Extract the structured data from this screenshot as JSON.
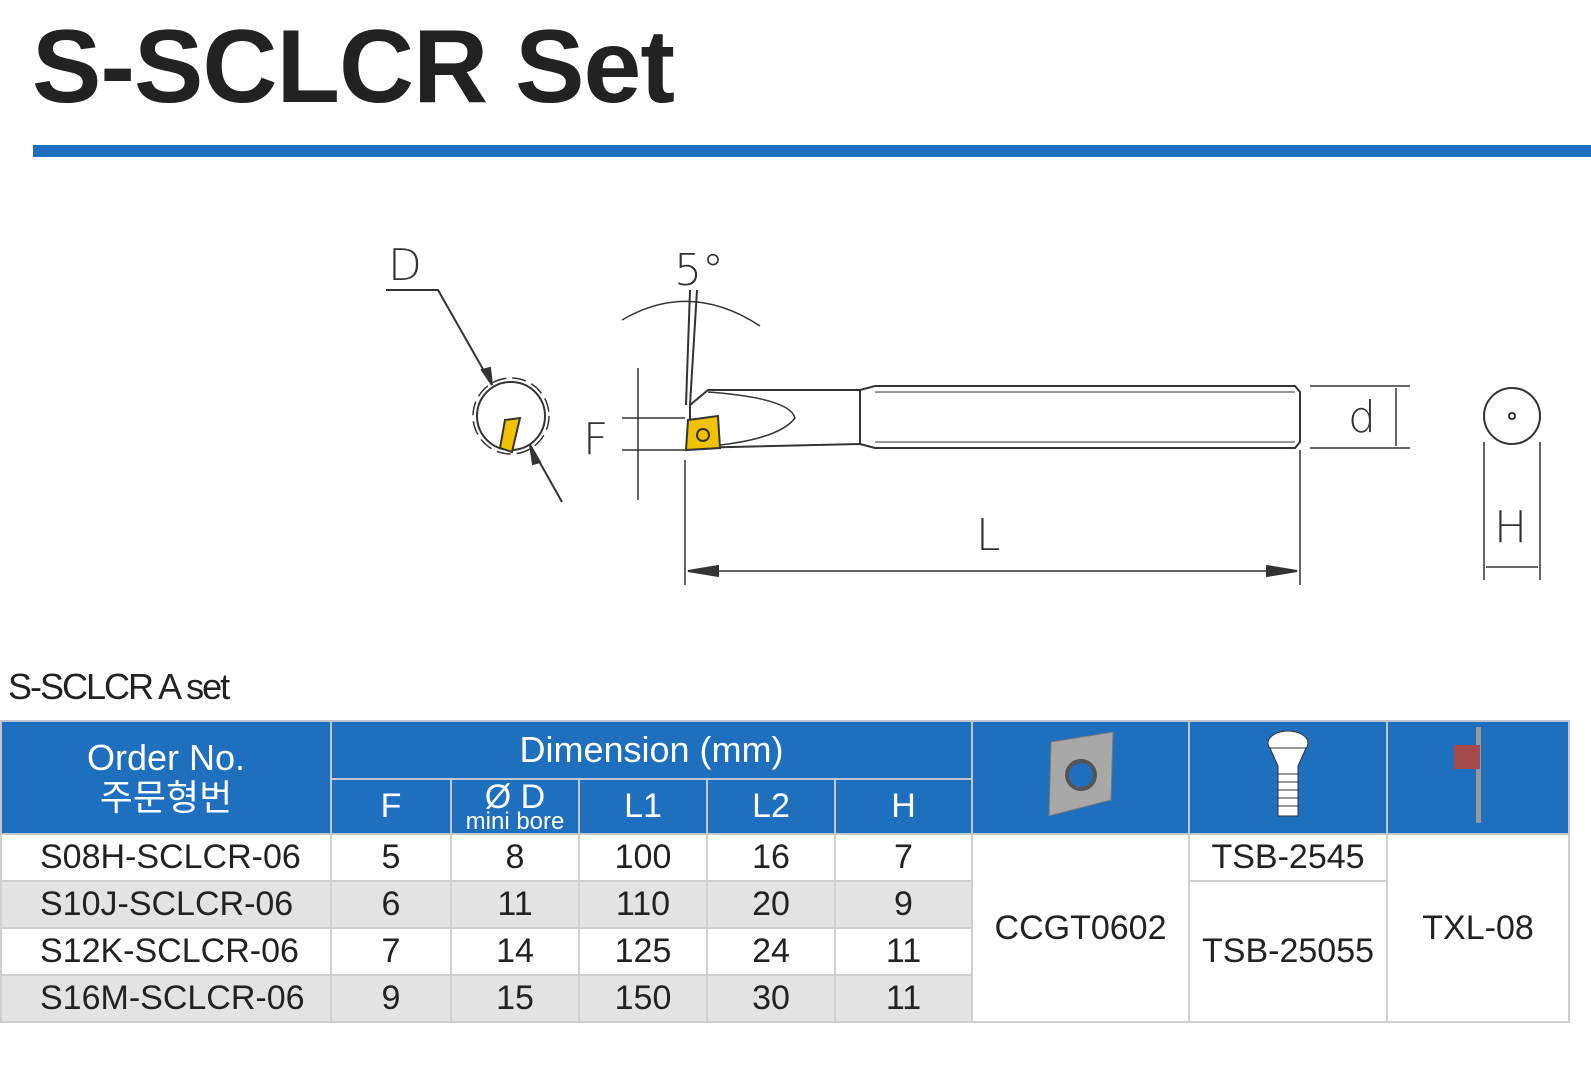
{
  "title": "S-SCLCR Set",
  "drawing": {
    "label_D": "D",
    "label_angle": "5°",
    "label_F": "F",
    "label_d": "d",
    "label_L": "L",
    "label_H": "H"
  },
  "subtitle": "S-SCLCR A set",
  "table": {
    "header": {
      "order_no": "Order  No.",
      "order_no_ko": "주문형번",
      "dimension": "Dimension (mm)",
      "cols": [
        "F",
        "Ø D",
        "L1",
        "L2",
        "H"
      ],
      "od_sub": "mini bore",
      "icons": [
        "insert-icon",
        "screw-icon",
        "torx-wrench-icon"
      ]
    },
    "rows": [
      {
        "order": "S08H-SCLCR-06",
        "F": "5",
        "D": "8",
        "L1": "100",
        "L2": "16",
        "H": "7"
      },
      {
        "order": "S10J-SCLCR-06",
        "F": "6",
        "D": "11",
        "L1": "110",
        "L2": "20",
        "H": "9"
      },
      {
        "order": "S12K-SCLCR-06",
        "F": "7",
        "D": "14",
        "L1": "125",
        "L2": "24",
        "H": "11"
      },
      {
        "order": "S16M-SCLCR-06",
        "F": "9",
        "D": "15",
        "L1": "150",
        "L2": "30",
        "H": "11"
      }
    ],
    "insert": "CCGT0602",
    "screw_1": "TSB-2545",
    "screw_2": "TSB-25055",
    "wrench": "TXL-08"
  },
  "colors": {
    "accent": "#1f6fbf",
    "insert_yellow": "#f2c200",
    "wrench_red": "#a44a4a"
  }
}
